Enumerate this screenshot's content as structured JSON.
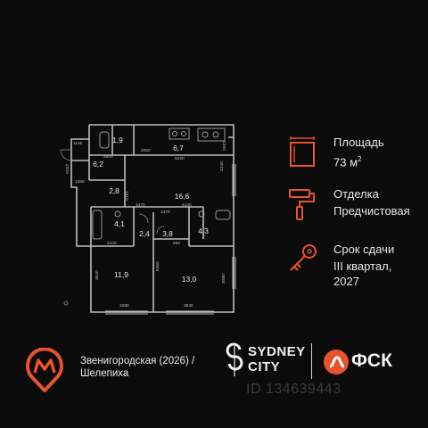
{
  "plan": {
    "rooms": [
      {
        "name": "wc_top",
        "area": "1,9"
      },
      {
        "name": "kitchen",
        "area": "6,7"
      },
      {
        "name": "hall",
        "area": "6,2"
      },
      {
        "name": "corridor",
        "area": "2,8"
      },
      {
        "name": "living",
        "area": "16,6"
      },
      {
        "name": "bath_left",
        "area": "4,1"
      },
      {
        "name": "closet",
        "area": "2,4"
      },
      {
        "name": "dressing",
        "area": "3,8"
      },
      {
        "name": "bath_right",
        "area": "4,3"
      },
      {
        "name": "bedroom_left",
        "area": "11,9"
      },
      {
        "name": "bedroom_right",
        "area": "13,0"
      }
    ],
    "dimensions": [
      "1100",
      "2500",
      "1260",
      "5220",
      "2020",
      "1350",
      "1470",
      "4140",
      "4240",
      "1470",
      "950",
      "2100",
      "3640",
      "5260",
      "3080",
      "3280",
      "3840",
      "1310",
      "2550"
    ]
  },
  "info": {
    "area_label": "Площадь",
    "area_value": "73 м",
    "area_unit_sup": "2",
    "finish_label": "Отделка",
    "finish_value": "Предчистовая",
    "deadline_label": "Срок сдачи",
    "deadline_line1": "III квартал,",
    "deadline_line2": "2027"
  },
  "footer": {
    "metro_text_line1": "Звенигородская (2026) /",
    "metro_text_line2": "Шелепиха",
    "brand_line1": "SYDNEY",
    "brand_line2": "CITY",
    "developer": "ФСК"
  },
  "watermark": "ID 134639443",
  "colors": {
    "accent": "#e8532b",
    "wall": "#bdbdbd",
    "background": "#0b0b0b"
  }
}
